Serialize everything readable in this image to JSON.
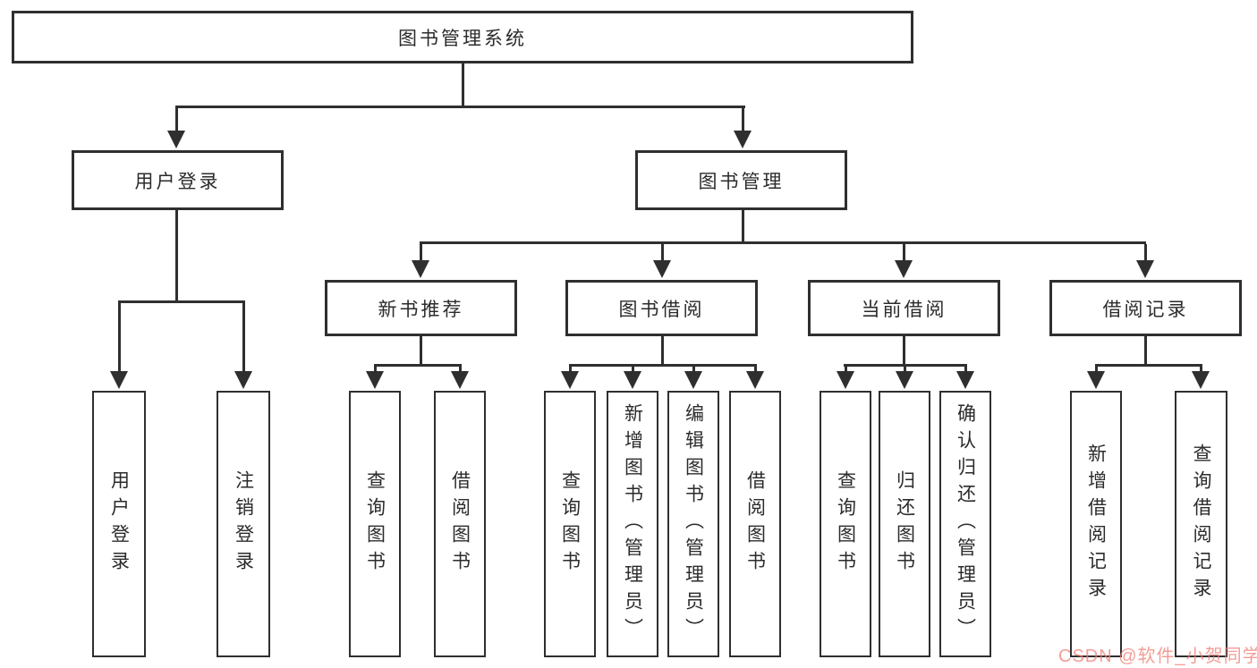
{
  "diagram": {
    "title": "图书管理系统",
    "type": "hierarchy-tree",
    "tree": {
      "label": "图书管理系统",
      "children": [
        {
          "label": "用户登录",
          "children": [
            {
              "label": "用户登录"
            },
            {
              "label": "注销登录"
            }
          ]
        },
        {
          "label": "图书管理",
          "children": [
            {
              "label": "新书推荐",
              "children": [
                {
                  "label": "查询图书"
                },
                {
                  "label": "借阅图书"
                }
              ]
            },
            {
              "label": "图书借阅",
              "children": [
                {
                  "label": "查询图书"
                },
                {
                  "label": "新增图书（管理员）"
                },
                {
                  "label": "编辑图书（管理员）"
                },
                {
                  "label": "借阅图书"
                }
              ]
            },
            {
              "label": "当前借阅",
              "children": [
                {
                  "label": "查询图书"
                },
                {
                  "label": "归还图书"
                },
                {
                  "label": "确认归还（管理员）"
                }
              ]
            },
            {
              "label": "借阅记录",
              "children": [
                {
                  "label": "新增借阅记录"
                },
                {
                  "label": "查询借阅记录"
                }
              ]
            }
          ]
        }
      ]
    },
    "colors": {
      "line": "#2f2f2f",
      "box_background": "#ffffff",
      "text": "#2b2b2b"
    }
  },
  "watermark": {
    "text": "CSDN @软件_小贺同学",
    "color": "#ef7d74"
  }
}
